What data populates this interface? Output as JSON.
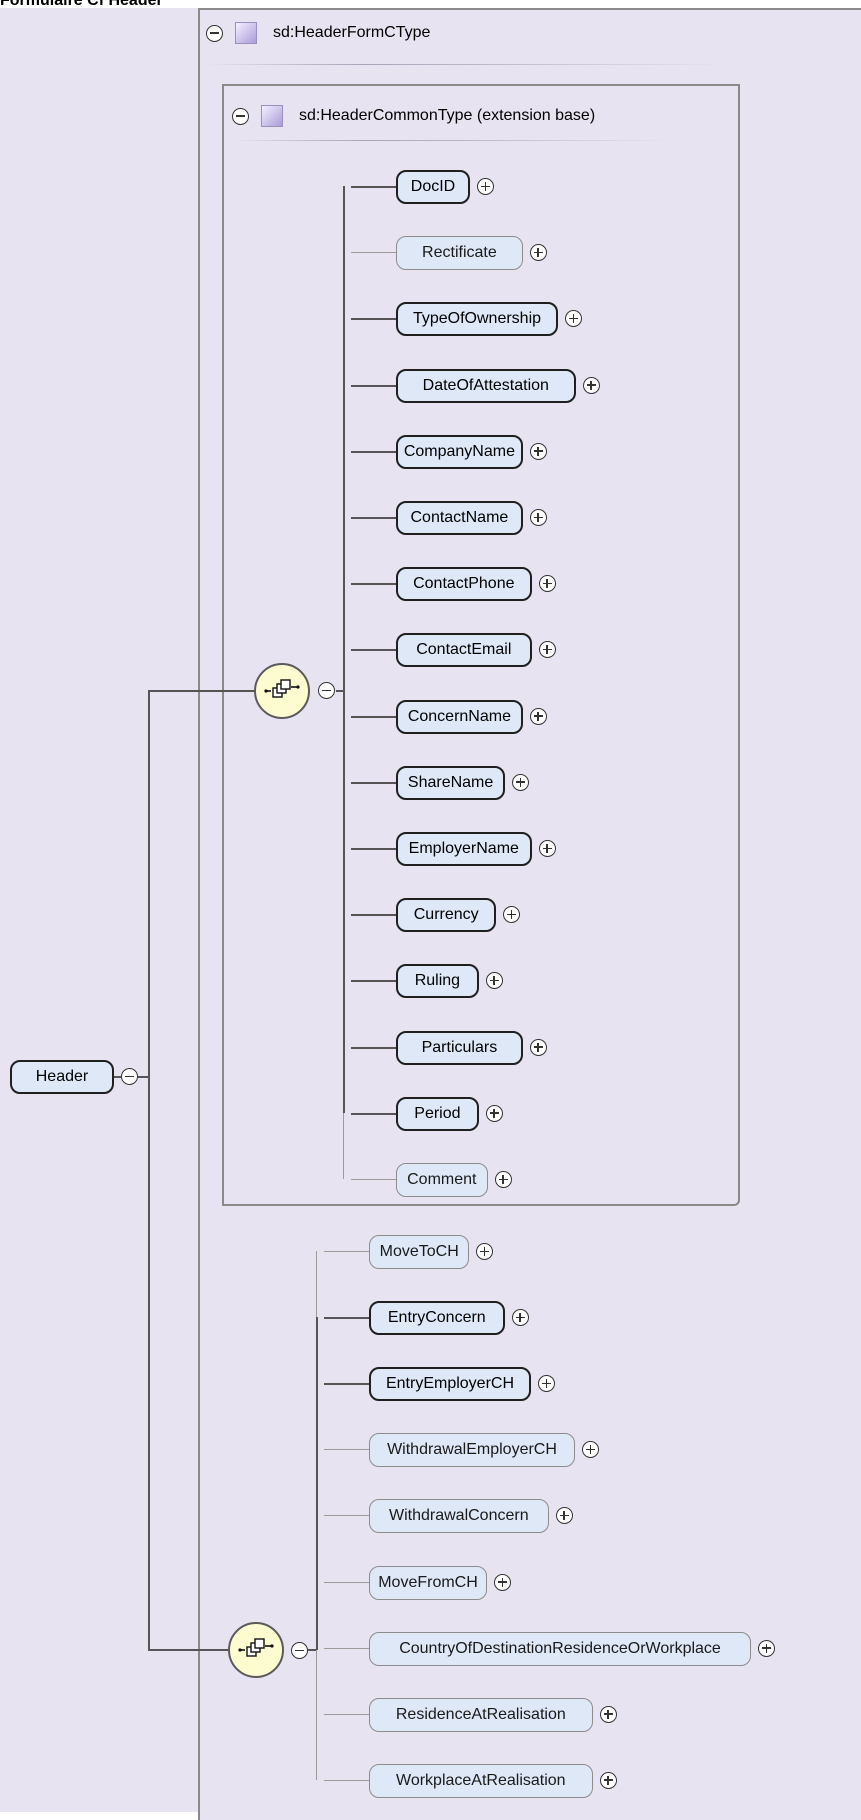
{
  "title": "Formulaire Cf Header",
  "root": {
    "label": "Header"
  },
  "form_type": {
    "label": "sd:HeaderFormCType"
  },
  "common_type": {
    "label": "sd:HeaderCommonType (extension base)"
  },
  "common_elements": [
    {
      "label": "DocID",
      "optional": false
    },
    {
      "label": "Rectificate",
      "optional": true
    },
    {
      "label": "TypeOfOwnership",
      "optional": false
    },
    {
      "label": "DateOfAttestation",
      "optional": false
    },
    {
      "label": "CompanyName",
      "optional": false
    },
    {
      "label": "ContactName",
      "optional": false
    },
    {
      "label": "ContactPhone",
      "optional": false
    },
    {
      "label": "ContactEmail",
      "optional": false
    },
    {
      "label": "ConcernName",
      "optional": false
    },
    {
      "label": "ShareName",
      "optional": false
    },
    {
      "label": "EmployerName",
      "optional": false
    },
    {
      "label": "Currency",
      "optional": false
    },
    {
      "label": "Ruling",
      "optional": false
    },
    {
      "label": "Particulars",
      "optional": false
    },
    {
      "label": "Period",
      "optional": false
    },
    {
      "label": "Comment",
      "optional": true
    }
  ],
  "form_elements": [
    {
      "label": "MoveToCH",
      "optional": true
    },
    {
      "label": "EntryConcern",
      "optional": false
    },
    {
      "label": "EntryEmployerCH",
      "optional": false
    },
    {
      "label": "WithdrawalEmployerCH",
      "optional": true
    },
    {
      "label": "WithdrawalConcern",
      "optional": true
    },
    {
      "label": "MoveFromCH",
      "optional": true
    },
    {
      "label": "CountryOfDestinationResidenceOrWorkplace",
      "optional": true
    },
    {
      "label": "ResidenceAtRealisation",
      "optional": true
    },
    {
      "label": "WorkplaceAtRealisation",
      "optional": true
    }
  ],
  "icons": {
    "expand": "plus-circle-icon",
    "collapse": "minus-circle-icon",
    "sequence": "sequence-compositor-icon",
    "complex_type": "complex-type-icon"
  },
  "colors": {
    "background": "#e8e3f1",
    "node_fill": "#dfe8f7",
    "sequence_fill": "#fdfbd0",
    "border": "#1f1f1f"
  }
}
